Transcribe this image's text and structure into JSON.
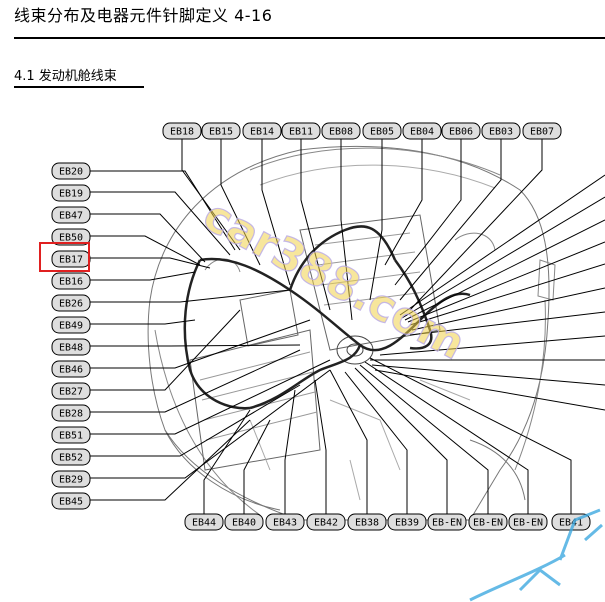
{
  "header": {
    "title": "线束分布及电器元件针脚定义 4-16",
    "section": "4.1 发动机舱线束"
  },
  "colors": {
    "connector_fill": "#dedede",
    "highlight": "#e02020",
    "watermark_fill": "#f0d24a",
    "watermark_stroke": "#b8a9e8",
    "corner_watermark": "#3fa9e0"
  },
  "watermark": {
    "text": "car388.com"
  },
  "highlighted_connector": "EB17",
  "connectors": {
    "top": [
      "EB18",
      "EB15",
      "EB14",
      "EB11",
      "EB08",
      "EB05",
      "EB04",
      "EB06",
      "EB03",
      "EB07"
    ],
    "left": [
      "EB20",
      "EB19",
      "EB47",
      "EB50",
      "EB17",
      "EB16",
      "EB26",
      "EB49",
      "EB48",
      "EB46",
      "EB27",
      "EB28",
      "EB51",
      "EB52",
      "EB29",
      "EB45"
    ],
    "bottom": [
      "EB44",
      "EB40",
      "EB43",
      "EB42",
      "EB38",
      "EB39",
      "EB-EN",
      "EB-EN",
      "EB-EN",
      "EB41"
    ]
  }
}
